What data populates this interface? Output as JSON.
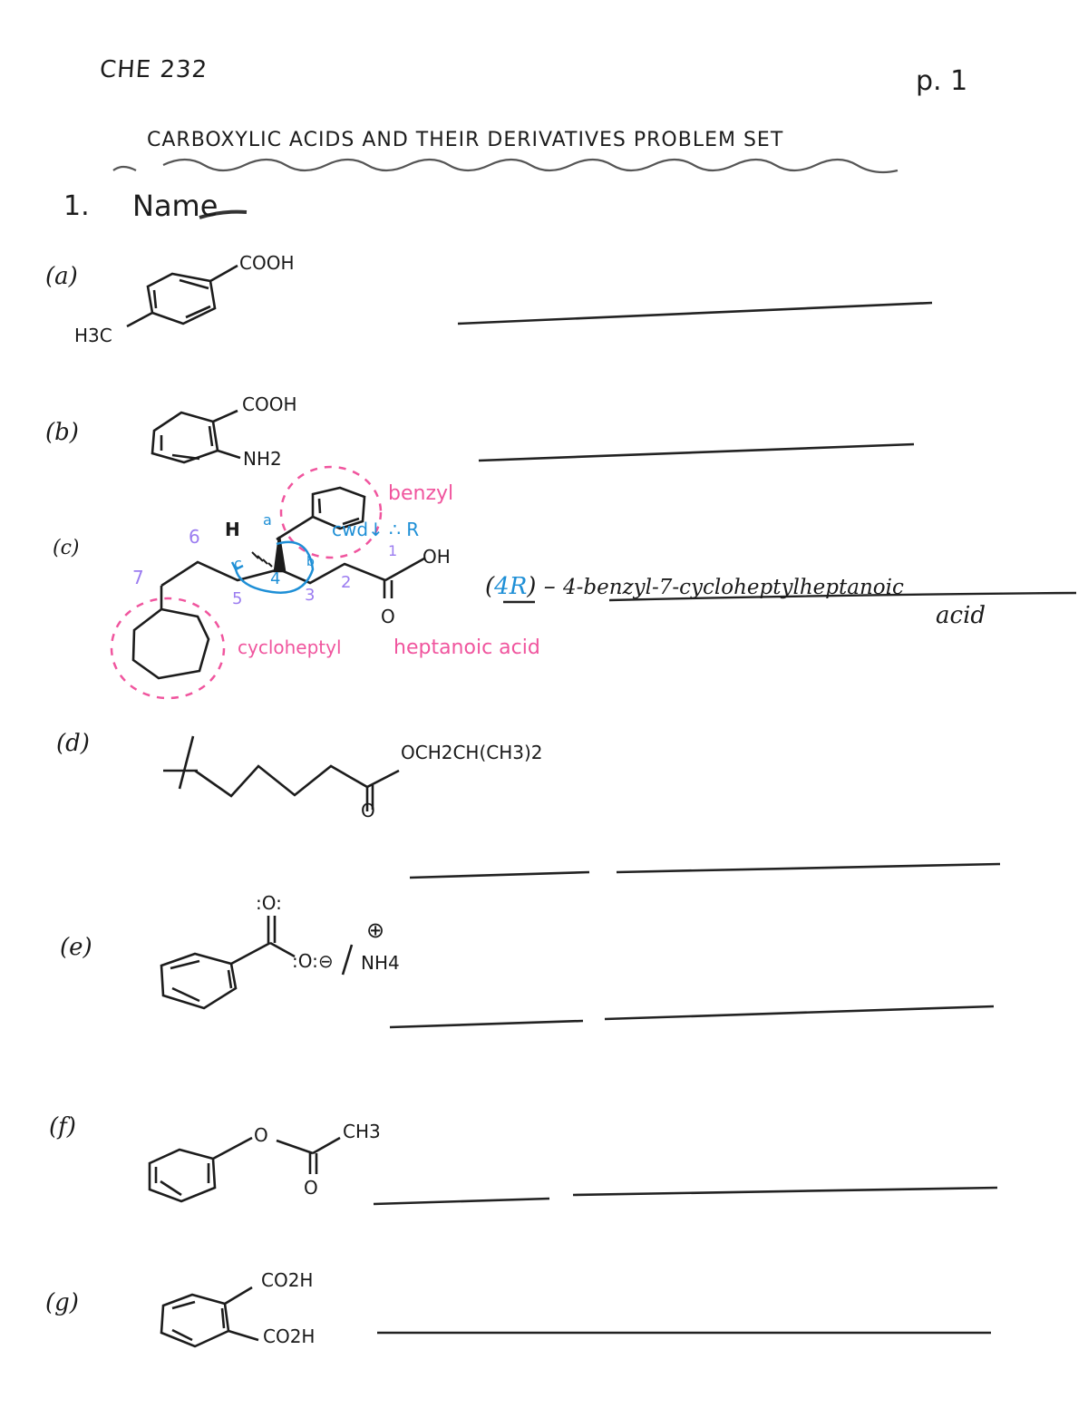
{
  "header": {
    "course": "CHE 232",
    "page": "p. 1",
    "title": "CARBOXYLIC ACIDS AND THEIR DERIVATIVES PROBLEM SET"
  },
  "question": {
    "number": "1.",
    "instruction": "Name"
  },
  "colors": {
    "ink": "#1c1c1c",
    "pink": "#f0559e",
    "blue": "#1e8fd6",
    "purple": "#9b7cf0"
  },
  "problems": [
    {
      "label": "(a)",
      "substituents": [
        "COOH",
        "H3C"
      ],
      "answer_lines": 1
    },
    {
      "label": "(b)",
      "substituents": [
        "COOH",
        "NH2"
      ],
      "answer_lines": 1
    },
    {
      "label": "(c)",
      "atoms": [
        "H",
        "OH",
        "O"
      ],
      "annotations": {
        "benzyl": "benzyl",
        "cycloheptyl": "cycloheptyl",
        "parent": "heptanoic acid",
        "stereo": "cwd↓ ∴ R",
        "priority_a": "a",
        "priority_b": "b",
        "priority_c": "c",
        "chain_numbers": [
          "1",
          "2",
          "3",
          "4",
          "5",
          "6",
          "7"
        ]
      },
      "answer": {
        "prefix_open": "(",
        "stereo": "4R",
        "prefix_close": ") –",
        "name_line1": "4-benzyl-7-cycloheptylheptanoic",
        "name_line2": "acid"
      }
    },
    {
      "label": "(d)",
      "substituents": [
        "OCH2CH(CH3)2",
        "O"
      ],
      "answer_lines": 2
    },
    {
      "label": "(e)",
      "substituents": [
        ":O:",
        ":O:⊖",
        "NH4",
        "⊕"
      ],
      "answer_lines": 2
    },
    {
      "label": "(f)",
      "substituents": [
        "O",
        "CH3",
        "O"
      ],
      "answer_lines": 2
    },
    {
      "label": "(g)",
      "substituents": [
        "CO2H",
        "CO2H"
      ],
      "answer_lines": 1
    }
  ]
}
